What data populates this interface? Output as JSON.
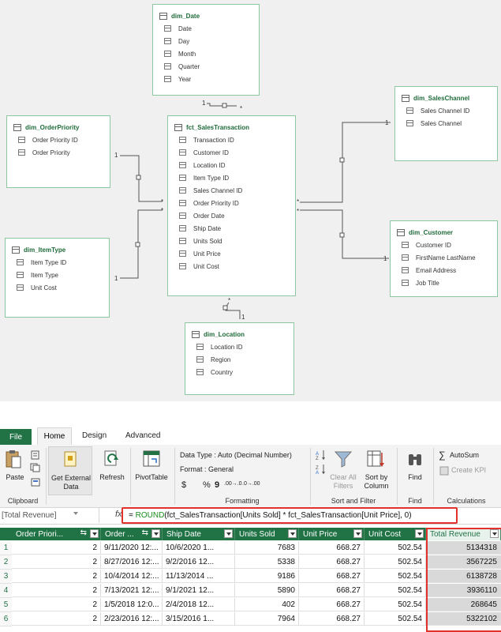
{
  "diagram": {
    "tables": {
      "date": {
        "title": "dim_Date",
        "fields": [
          "Date",
          "Day",
          "Month",
          "Quarter",
          "Year"
        ]
      },
      "sales_channel": {
        "title": "dim_SalesChannel",
        "fields": [
          "Sales Channel ID",
          "Sales Channel"
        ]
      },
      "order_priority": {
        "title": "dim_OrderPriority",
        "fields": [
          "Order Priority ID",
          "Order Priority"
        ]
      },
      "fact": {
        "title": "fct_SalesTransaction",
        "fields": [
          "Transaction ID",
          "Customer ID",
          "Location ID",
          "Item Type ID",
          "Sales Channel ID",
          "Order Priority ID",
          "Order Date",
          "Ship Date",
          "Units Sold",
          "Unit Price",
          "Unit Cost"
        ]
      },
      "customer": {
        "title": "dim_Customer",
        "fields": [
          "Customer ID",
          "FirstName LastName",
          "Email Address",
          "Job Title"
        ]
      },
      "item_type": {
        "title": "dim_ItemType",
        "fields": [
          "Item Type ID",
          "Item Type",
          "Unit Cost"
        ]
      },
      "location": {
        "title": "dim_Location",
        "fields": [
          "Location ID",
          "Region",
          "Country"
        ]
      }
    },
    "cardinality": {
      "one": "1",
      "many": "*"
    }
  },
  "ribbon": {
    "tabs": {
      "file": "File",
      "home": "Home",
      "design": "Design",
      "advanced": "Advanced"
    },
    "paste": "Paste",
    "get_external": "Get External",
    "data": "Data",
    "refresh": "Refresh",
    "pivottable": "PivotTable",
    "data_type": "Data Type : Auto (Decimal Number)",
    "format": "Format : General",
    "currency": "$",
    "percent": "%",
    "comma": "9",
    "dec_inc": ".00→.0",
    "dec_dec": ".0→.00",
    "clear_all": "Clear All",
    "filters": "Filters",
    "sort_by": "Sort by",
    "column": "Column",
    "find": "Find",
    "autosum": "AutoSum",
    "create_kpi": "Create KPI",
    "groups": {
      "clipboard": "Clipboard",
      "formatting": "Formatting",
      "sort_filter": "Sort and Filter",
      "find": "Find",
      "calculations": "Calculations"
    }
  },
  "formula_bar": {
    "name_box": "[Total Revenue]",
    "fx": "fx",
    "formula_eq": "= ",
    "formula_fn": "ROUND",
    "formula_rest": "(fct_SalesTransaction[Units Sold] * fct_SalesTransaction[Unit Price], 0)"
  },
  "grid": {
    "columns": [
      "Order Priori...",
      "Order ...",
      "Ship Date",
      "Units Sold",
      "Unit Price",
      "Unit Cost",
      "Total Revenue"
    ],
    "rows": [
      {
        "n": "1",
        "cells": [
          "2",
          "9/11/2020 12:...",
          "10/6/2020 1...",
          "7683",
          "668.27",
          "502.54",
          "5134318"
        ]
      },
      {
        "n": "2",
        "cells": [
          "2",
          "8/27/2016 12:...",
          "9/2/2016 12...",
          "5338",
          "668.27",
          "502.54",
          "3567225"
        ]
      },
      {
        "n": "3",
        "cells": [
          "2",
          "10/4/2014 12:...",
          "11/13/2014 ...",
          "9186",
          "668.27",
          "502.54",
          "6138728"
        ]
      },
      {
        "n": "4",
        "cells": [
          "2",
          "7/13/2021 12:...",
          "9/1/2021 12...",
          "5890",
          "668.27",
          "502.54",
          "3936110"
        ]
      },
      {
        "n": "5",
        "cells": [
          "2",
          "1/5/2018 12:0...",
          "2/4/2018 12...",
          "402",
          "668.27",
          "502.54",
          "268645"
        ]
      },
      {
        "n": "6",
        "cells": [
          "2",
          "2/23/2016 12:...",
          "3/15/2016 1...",
          "7964",
          "668.27",
          "502.54",
          "5322102"
        ]
      }
    ]
  },
  "colors": {
    "excel_green": "#217346",
    "highlight_red": "#e0312b",
    "table_border": "#8cc79f",
    "formula_green": "#1a8c1a"
  }
}
